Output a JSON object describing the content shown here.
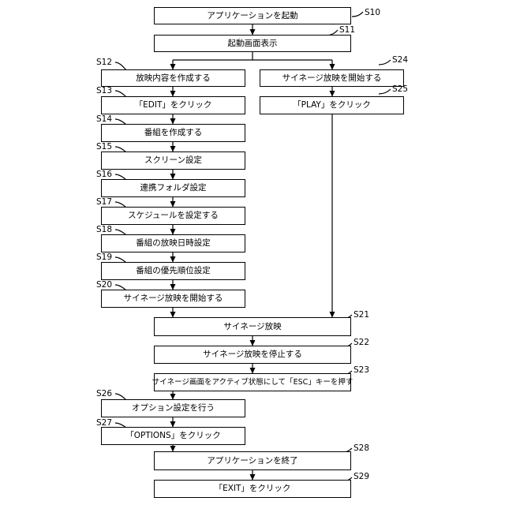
{
  "steps": {
    "s10": {
      "id": "S10",
      "label": "アプリケーションを起動"
    },
    "s11": {
      "id": "S11",
      "label": "起動画面表示"
    },
    "s12": {
      "id": "S12",
      "label": "放映内容を作成する"
    },
    "s13": {
      "id": "S13",
      "label": "「EDIT」をクリック"
    },
    "s14": {
      "id": "S14",
      "label": "番組を作成する"
    },
    "s15": {
      "id": "S15",
      "label": "スクリーン設定"
    },
    "s16": {
      "id": "S16",
      "label": "連携フォルダ設定"
    },
    "s17": {
      "id": "S17",
      "label": "スケジュールを設定する"
    },
    "s18": {
      "id": "S18",
      "label": "番組の放映日時設定"
    },
    "s19": {
      "id": "S19",
      "label": "番組の優先順位設定"
    },
    "s20": {
      "id": "S20",
      "label": "サイネージ放映を開始する"
    },
    "s24": {
      "id": "S24",
      "label": "サイネージ放映を開始する"
    },
    "s25": {
      "id": "S25",
      "label": "「PLAY」をクリック"
    },
    "s21": {
      "id": "S21",
      "label": "サイネージ放映"
    },
    "s22": {
      "id": "S22",
      "label": "サイネージ放映を停止する"
    },
    "s23": {
      "id": "S23",
      "label": "サイネージ画面をアクティブ状態にして「ESC」キーを押す"
    },
    "s26": {
      "id": "S26",
      "label": "オプション設定を行う"
    },
    "s27": {
      "id": "S27",
      "label": "「OPTIONS」をクリック"
    },
    "s28": {
      "id": "S28",
      "label": "アプリケーションを終了"
    },
    "s29": {
      "id": "S29",
      "label": "「EXIT」をクリック"
    }
  }
}
